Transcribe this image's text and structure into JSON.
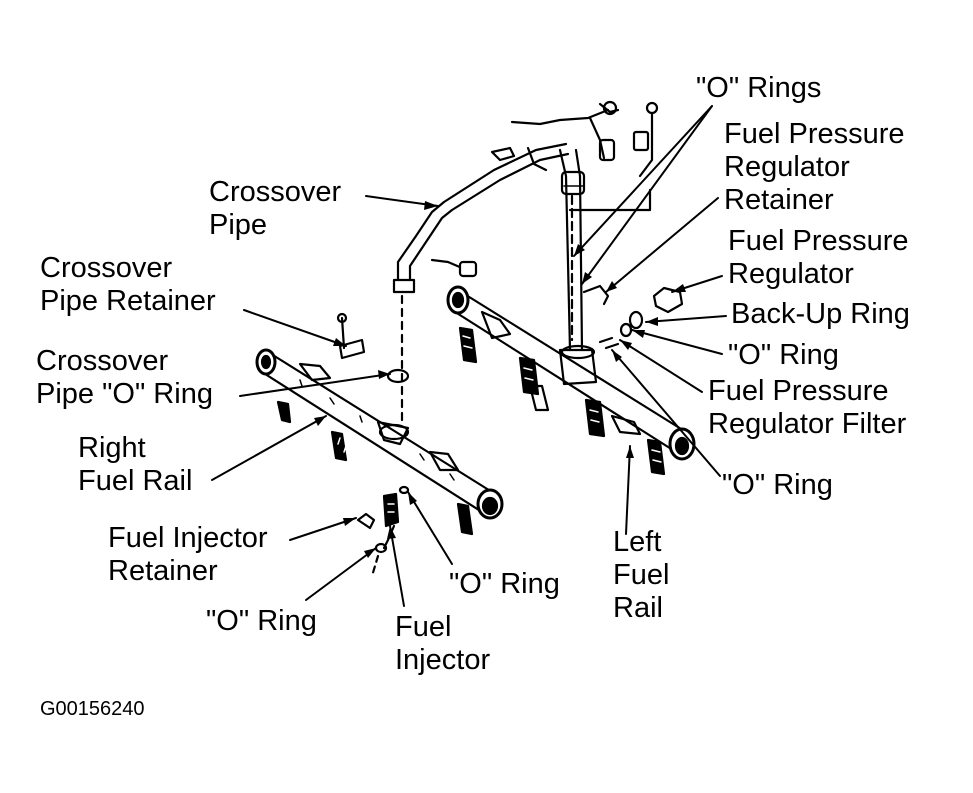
{
  "figure_code": "G00156240",
  "labels": {
    "o_rings_top": "\"O\" Rings",
    "fpr_retainer": [
      "Fuel Pressure",
      "Regulator",
      "Retainer"
    ],
    "crossover_pipe": [
      "Crossover",
      "Pipe"
    ],
    "fuel_pressure_regulator": [
      "Fuel Pressure",
      "Regulator"
    ],
    "crossover_pipe_retainer": [
      "Crossover",
      "Pipe Retainer"
    ],
    "backup_ring": "Back-Up Ring",
    "crossover_pipe_o_ring": [
      "Crossover",
      "Pipe \"O\" Ring"
    ],
    "o_ring_right_1": "\"O\" Ring",
    "fpr_filter": [
      "Fuel Pressure",
      "Regulator Filter"
    ],
    "right_fuel_rail": [
      "Right",
      "Fuel Rail"
    ],
    "o_ring_right_2": "\"O\" Ring",
    "fuel_injector_retainer": [
      "Fuel Injector",
      "Retainer"
    ],
    "left_fuel_rail": [
      "Left",
      "Fuel",
      "Rail"
    ],
    "o_ring_center": "\"O\" Ring",
    "o_ring_bottom": "\"O\" Ring",
    "fuel_injector": [
      "Fuel",
      "Injector"
    ]
  }
}
